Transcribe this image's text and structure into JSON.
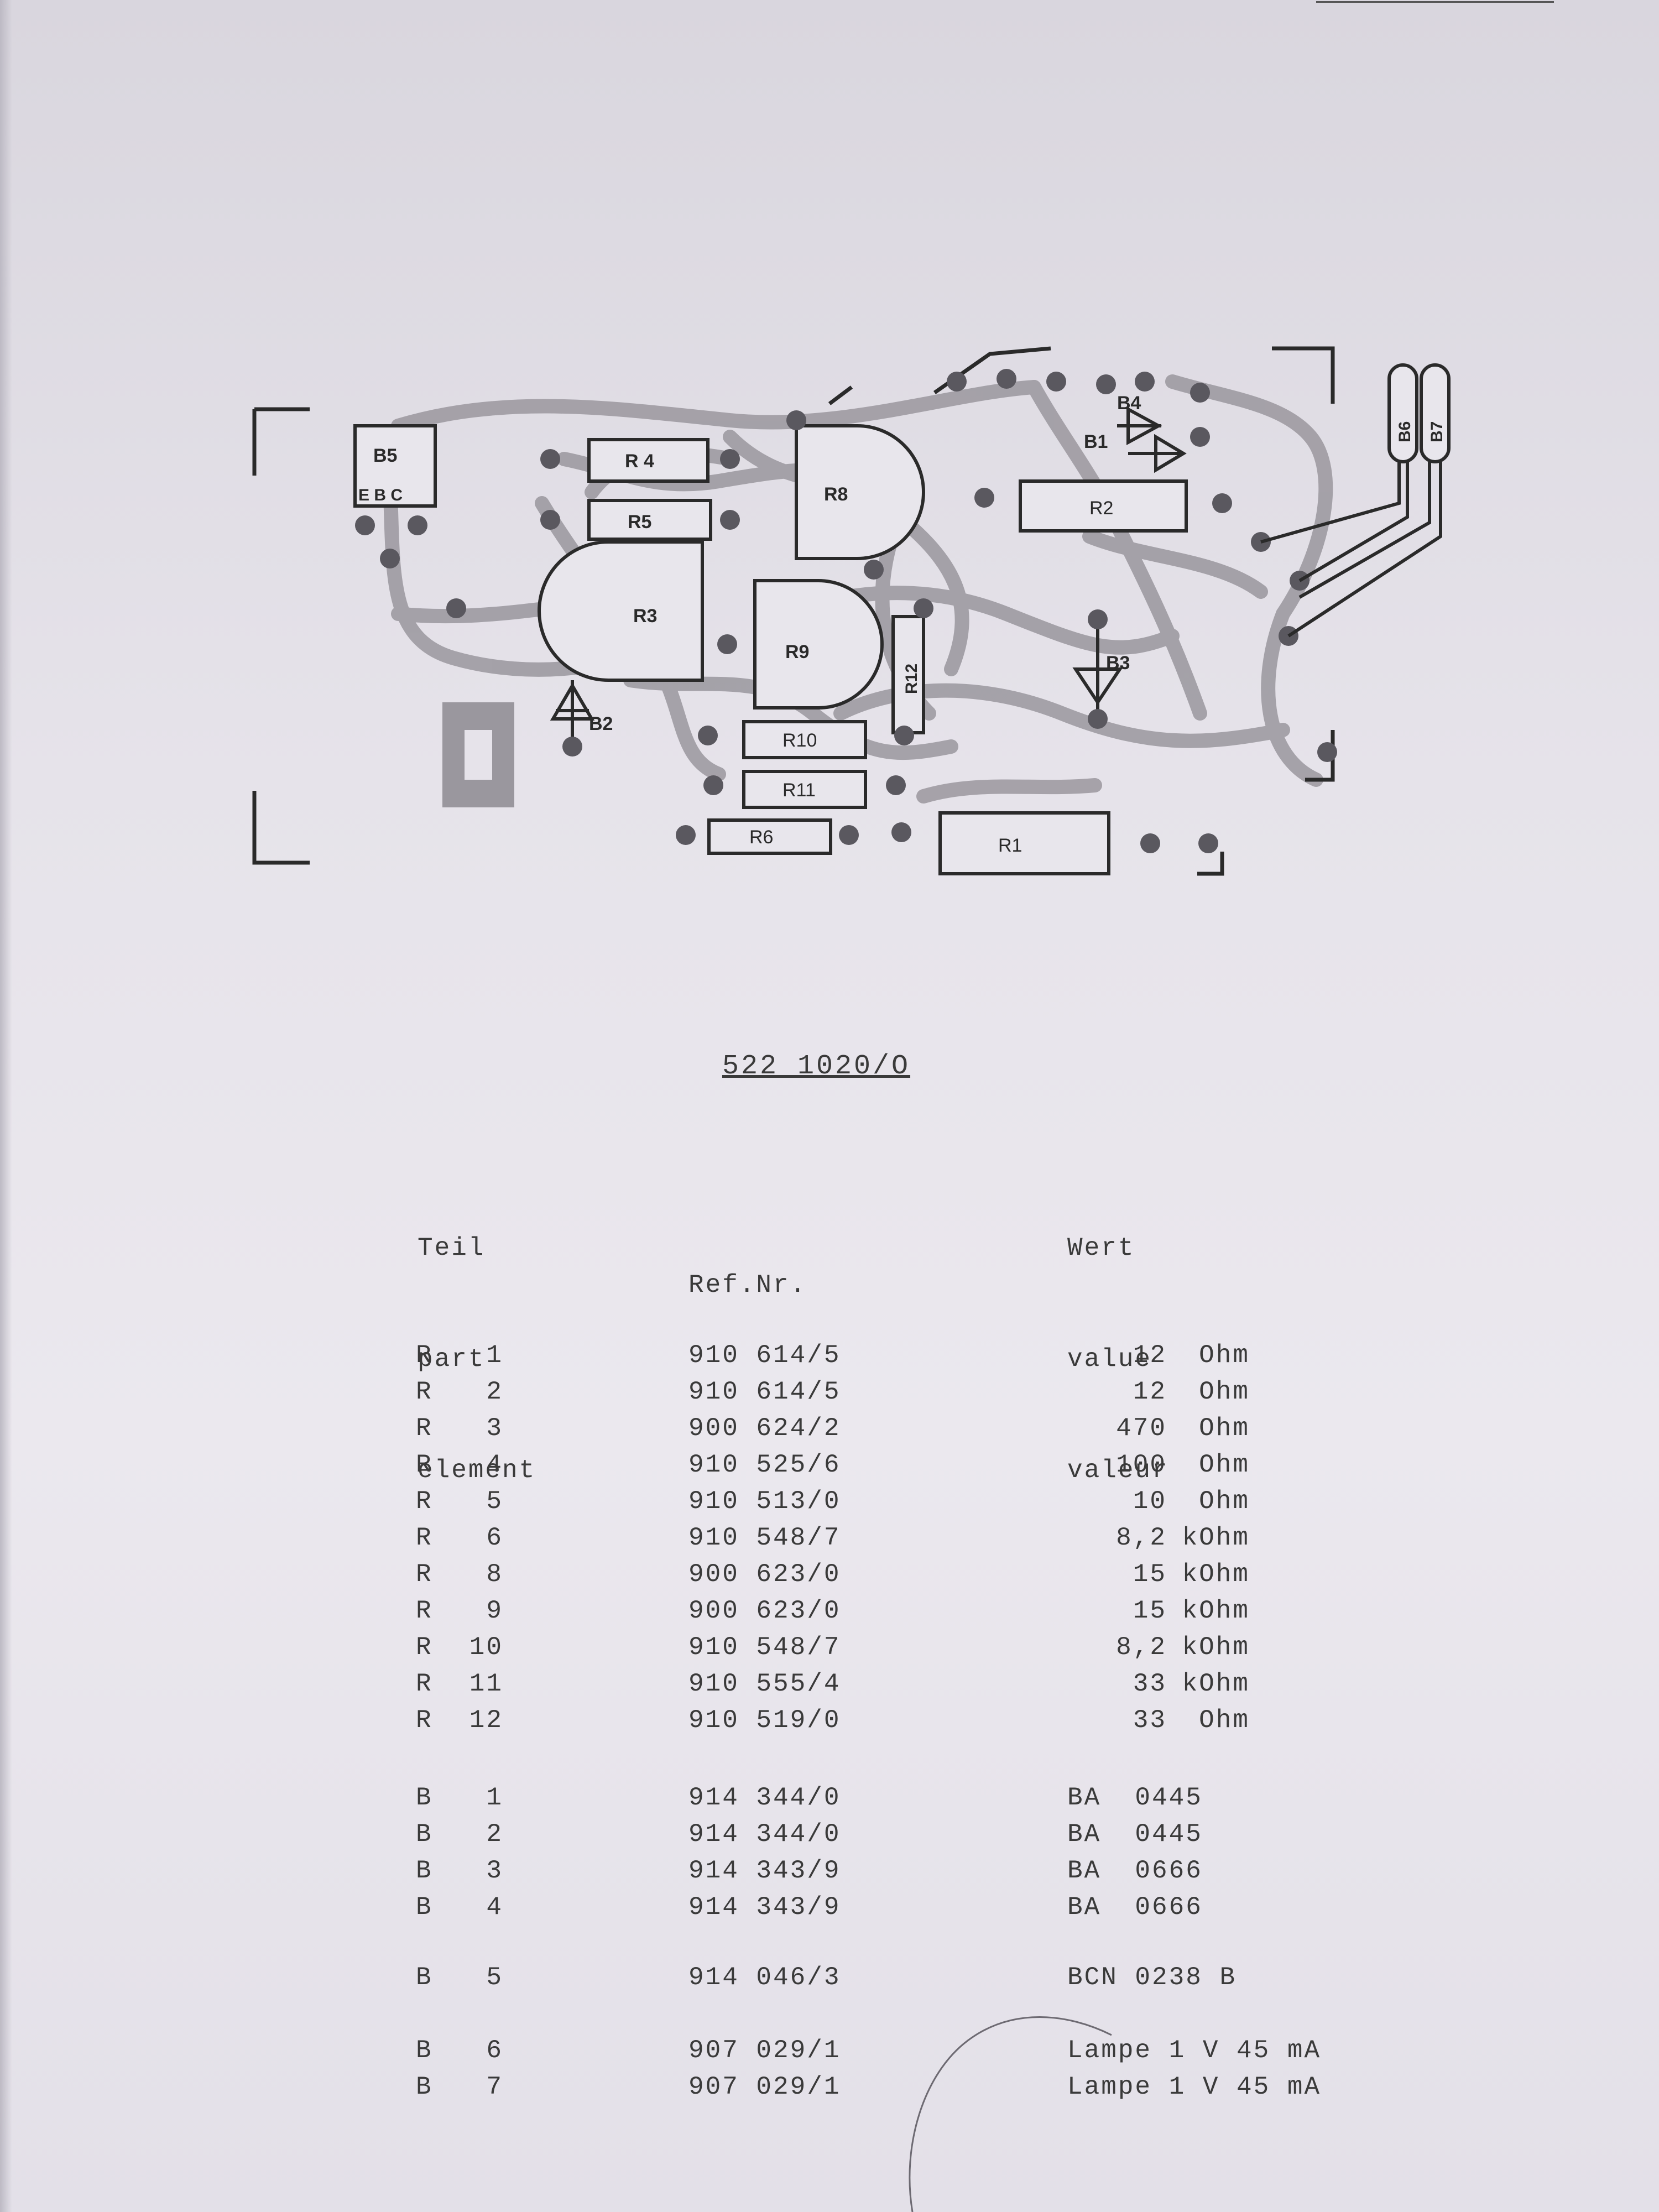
{
  "document": {
    "number": "522 1020/O",
    "headers": {
      "part": [
        "Teil",
        "part",
        "element"
      ],
      "ref": [
        "Ref.Nr."
      ],
      "value": [
        "Wert",
        "value",
        "valeur"
      ]
    }
  },
  "schematic_labels": {
    "B5": "B5",
    "EBC": "E B C",
    "R4": "R 4",
    "R5": "R5",
    "R3": "R3",
    "R8": "R8",
    "R9": "R9",
    "R2": "R2",
    "R12": "R12",
    "R10": "R10",
    "R11": "R11",
    "R6": "R6",
    "R1": "R1",
    "B1": "B1",
    "B2": "B2",
    "B3": "B3",
    "B4": "B4",
    "B6": "B6",
    "B7": "B7"
  },
  "resistors": [
    {
      "type": "R",
      "num": "1",
      "ref": "910 614/5",
      "amount": "12",
      "unit": "Ohm"
    },
    {
      "type": "R",
      "num": "2",
      "ref": "910 614/5",
      "amount": "12",
      "unit": "Ohm"
    },
    {
      "type": "R",
      "num": "3",
      "ref": "900 624/2",
      "amount": "470",
      "unit": "Ohm"
    },
    {
      "type": "R",
      "num": "4",
      "ref": "910 525/6",
      "amount": "100",
      "unit": "Ohm"
    },
    {
      "type": "R",
      "num": "5",
      "ref": "910 513/0",
      "amount": "10",
      "unit": "Ohm"
    },
    {
      "type": "R",
      "num": "6",
      "ref": "910 548/7",
      "amount": "8,2",
      "unit": "kOhm"
    },
    {
      "type": "R",
      "num": "8",
      "ref": "900 623/0",
      "amount": "15",
      "unit": "kOhm"
    },
    {
      "type": "R",
      "num": "9",
      "ref": "900 623/0",
      "amount": "15",
      "unit": "kOhm"
    },
    {
      "type": "R",
      "num": "10",
      "ref": "910 548/7",
      "amount": "8,2",
      "unit": "kOhm"
    },
    {
      "type": "R",
      "num": "11",
      "ref": "910 555/4",
      "amount": "33",
      "unit": "kOhm"
    },
    {
      "type": "R",
      "num": "12",
      "ref": "910 519/0",
      "amount": "33",
      "unit": "Ohm"
    }
  ],
  "diodes": [
    {
      "type": "B",
      "num": "1",
      "ref": "914 344/0",
      "value": "BA  0445"
    },
    {
      "type": "B",
      "num": "2",
      "ref": "914 344/0",
      "value": "BA  0445"
    },
    {
      "type": "B",
      "num": "3",
      "ref": "914 343/9",
      "value": "BA  0666"
    },
    {
      "type": "B",
      "num": "4",
      "ref": "914 343/9",
      "value": "BA  0666"
    }
  ],
  "transistor": [
    {
      "type": "B",
      "num": "5",
      "ref": "914 046/3",
      "value": "BCN 0238 B"
    }
  ],
  "lamps": [
    {
      "type": "B",
      "num": "6",
      "ref": "907 029/1",
      "value": "Lampe 1 V 45 mA"
    },
    {
      "type": "B",
      "num": "7",
      "ref": "907 029/1",
      "value": "Lampe 1 V 45 mA"
    }
  ]
}
